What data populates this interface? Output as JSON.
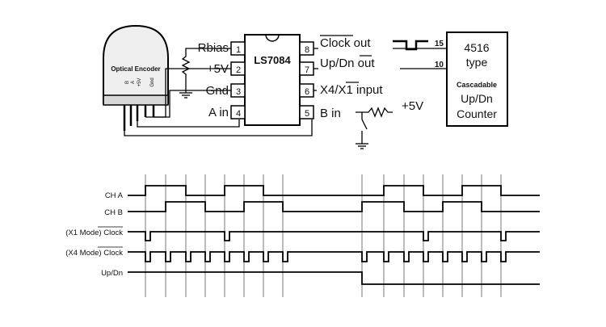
{
  "encoder": {
    "label": "Optical Encoder",
    "pin_labels": [
      "B",
      "A",
      "+5V",
      "Gnd"
    ]
  },
  "chip": {
    "name": "LS7084",
    "left_pins": [
      {
        "num": "1",
        "label": "Rbias"
      },
      {
        "num": "2",
        "label": "+5V"
      },
      {
        "num": "3",
        "label": "Gnd"
      },
      {
        "num": "4",
        "label": "A in"
      }
    ],
    "right_pins": [
      {
        "num": "8",
        "label": "Clock out"
      },
      {
        "num": "7",
        "label": "Up/Dn out"
      },
      {
        "num": "6",
        "label": "X4/X1 input"
      },
      {
        "num": "5",
        "label": "B in"
      }
    ],
    "b_in_pullup": "+5V"
  },
  "counter": {
    "lines": [
      "4516",
      "type",
      "Cascadable",
      "Up/Dn",
      "Counter"
    ],
    "pin_15": "15",
    "pin_10": "10"
  },
  "timing": {
    "signals": [
      {
        "name": "CH A"
      },
      {
        "name": "CH B"
      },
      {
        "name": "(X1 Mode) Clock"
      },
      {
        "name": "(X4 Mode) Clock"
      },
      {
        "name": "Up/Dn"
      }
    ]
  }
}
